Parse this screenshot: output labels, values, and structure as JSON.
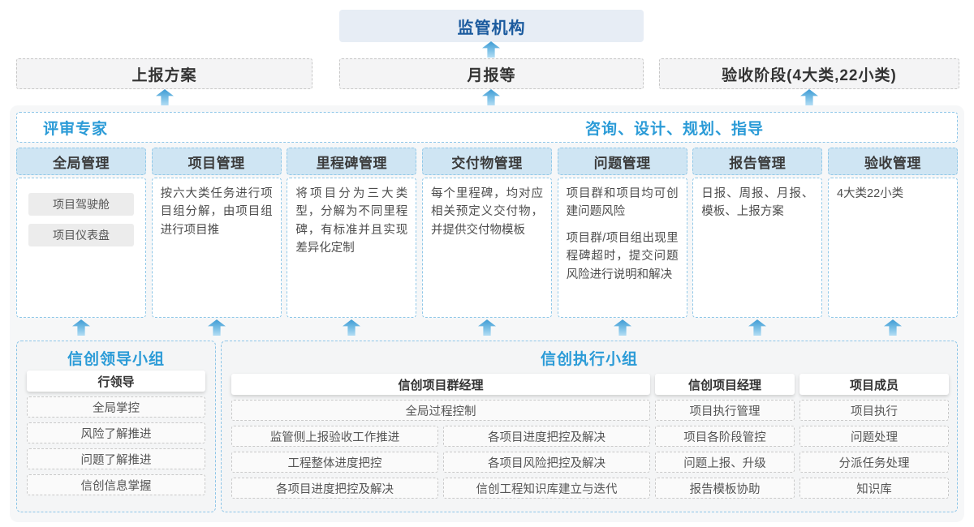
{
  "top": {
    "regulator": "监管机构"
  },
  "channels": [
    {
      "label": "上报方案"
    },
    {
      "label": "月报等"
    },
    {
      "label": "验收阶段(4大类,22小类)"
    }
  ],
  "platform": {
    "experts_label": "评审专家",
    "consulting_label": "咨询、设计、规划、指导",
    "columns": [
      {
        "title": "全局管理",
        "pills": [
          "项目驾驶舱",
          "项目仪表盘"
        ]
      },
      {
        "title": "项目管理",
        "paragraphs": [
          "按六大类任务进行项目组分解，由项目组进行项目推"
        ]
      },
      {
        "title": "里程碑管理",
        "paragraphs": [
          "将项目分为三大类型，分解为不同里程碑，有标准并且实现差异化定制"
        ]
      },
      {
        "title": "交付物管理",
        "paragraphs": [
          "每个里程碑，均对应相关预定义交付物，并提供交付物模板"
        ]
      },
      {
        "title": "问题管理",
        "paragraphs": [
          "项目群和项目均可创建问题风险",
          "项目群/项目组出现里程碑超时，提交问题风险进行说明和解决"
        ]
      },
      {
        "title": "报告管理",
        "paragraphs": [
          "日报、周报、月报、模板、上报方案"
        ]
      },
      {
        "title": "验收管理",
        "paragraphs": [
          "4大类22小类"
        ]
      }
    ]
  },
  "groups": {
    "leadership": {
      "title": "信创领导小组",
      "role": "行领导",
      "items": [
        "全局掌控",
        "风险了解推进",
        "问题了解推进",
        "信创信息掌握"
      ]
    },
    "execution": {
      "title": "信创执行小组",
      "roles": {
        "program_manager": "信创项目群经理",
        "project_manager": "信创项目经理",
        "member": "项目成员"
      },
      "pgm_full_item": "全局过程控制",
      "pgm_left_items": [
        "监管侧上报验收工作推进",
        "工程整体进度把控",
        "各项目进度把控及解决"
      ],
      "pgm_right_items": [
        "各项目进度把控及解决",
        "各项目风险把控及解决",
        "信创工程知识库建立与迭代"
      ],
      "pm_items": [
        "项目执行管理",
        "项目各阶段管控",
        "问题上报、升级",
        "报告模板协助"
      ],
      "member_items": [
        "项目执行",
        "问题处理",
        "分派任务处理",
        "知识库"
      ]
    }
  },
  "colors": {
    "accent_blue": "#2b9bd7",
    "dark_blue": "#1a5a9e",
    "column_header_fill": "#cfe5f3",
    "regulator_fill": "#e7edf5",
    "arrow_top": "#3d9bd4",
    "arrow_bottom": "#b3ddf4"
  }
}
